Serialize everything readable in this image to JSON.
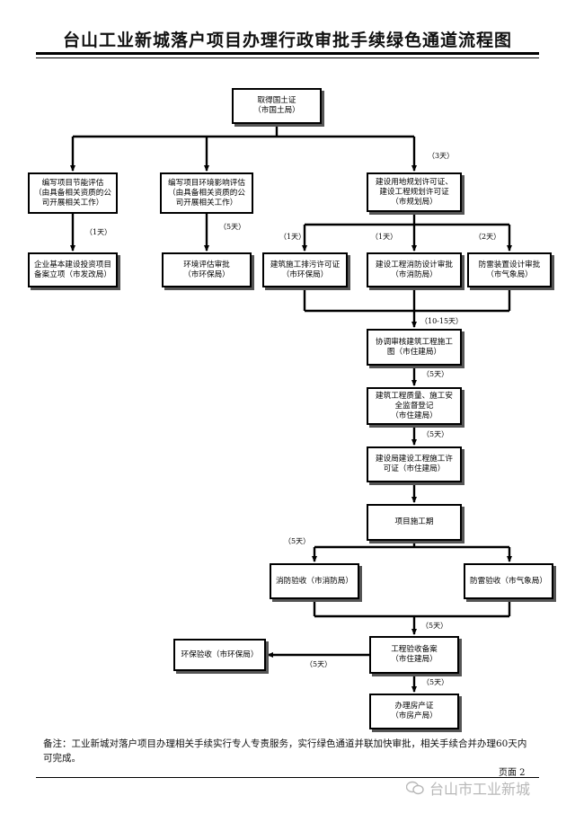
{
  "title": "台山工业新城落户项目办理行政审批手续绿色通道流程图",
  "boxes": {
    "land_cert": [
      "取得国土证",
      "（市国土局）"
    ],
    "energy_eval": [
      "编写项目节能评估",
      "（由具备相关资质的公",
      "司开展相关工作）"
    ],
    "env_eval": [
      "编写项目环境影响评估",
      "（由具备相关资质的公",
      "司开展相关工作）"
    ],
    "planning_permit": [
      "建设用地规划许可证、",
      "建设工程规划许可证",
      "（市规划局）"
    ],
    "invest_filing": [
      "企业基本建设投资项目",
      "备案立项（市发改局）"
    ],
    "env_approval": [
      "环境评估审批",
      "（市环保局）"
    ],
    "sewage_permit": [
      "建筑施工排污许可证",
      "（市环保局）"
    ],
    "fire_design": [
      "建设工程消防设计审批",
      "（市消防局）"
    ],
    "lightning_design": [
      "防雷装置设计审批",
      "（市气象局）"
    ],
    "coordinate_review": [
      "协调审核建筑工程施工",
      "图（市住建局）"
    ],
    "quality_reg": [
      "建筑工程质量、施工安",
      "全监督登记",
      "（市住建局）"
    ],
    "construction_permit": [
      "建设局建设工程施工许",
      "可证（市住建局）"
    ],
    "construction": [
      "项目施工期"
    ],
    "fire_accept": [
      "消防验收（市消防局）"
    ],
    "lightning_accept": [
      "防雷验收（市气象局）"
    ],
    "completion_filing": [
      "工程验收备案",
      "（市住建局）"
    ],
    "env_accept": [
      "环保验收（市环保局）"
    ],
    "property_cert": [
      "办理房产证",
      "（市房产局）"
    ]
  },
  "durations": {
    "planning": "（3天）",
    "invest": "（1天）",
    "env": "（5天）",
    "sewage": "（1天）",
    "fire_design": "（1天）",
    "lightning_design": "（2天）",
    "coordinate": "（10-15天）",
    "quality": "（5天）",
    "construction_permit": "（5天）",
    "fire_accept": "（5天）",
    "completion": "（5天）",
    "env_accept": "（5天）",
    "property": "（5天）"
  },
  "note": "备注：工业新城对落户项目办理相关手续实行专人专责服务，实行绿色通道并联加快审批，相关手续合并办理60天内可完成。",
  "page_label": "页面 2",
  "watermark": "台山市工业新城"
}
